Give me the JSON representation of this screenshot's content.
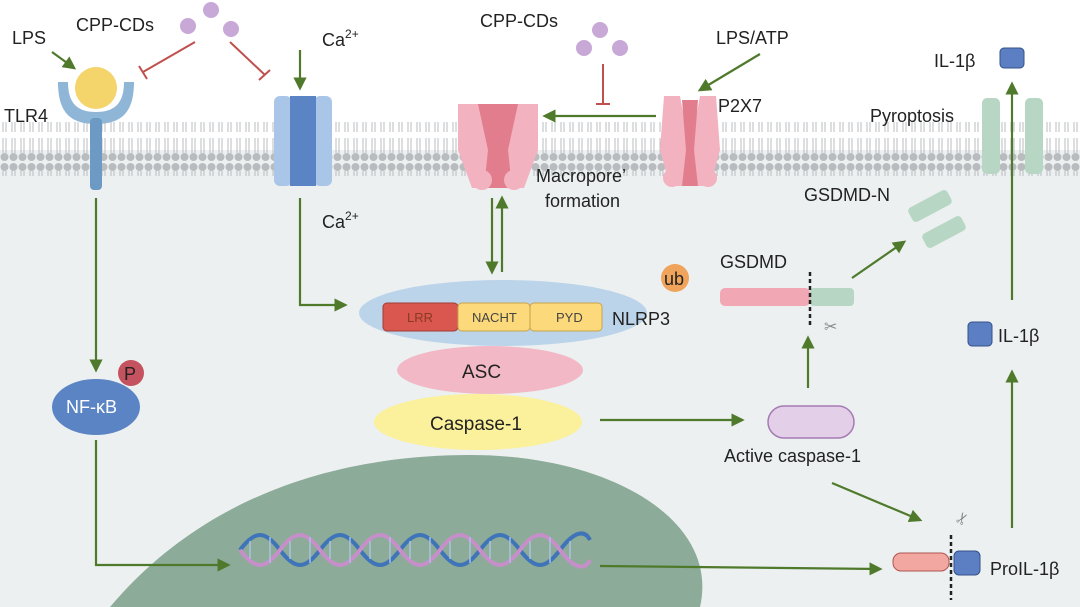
{
  "labels": {
    "lps": "LPS",
    "tlr4": "TLR4",
    "cpp_cds_left": "CPP-CDs",
    "ca_top": "Ca",
    "ca_top_sup": "2+",
    "ca_bottom": "Ca",
    "ca_bottom_sup": "2+",
    "cpp_cds_right": "CPP-CDs",
    "lps_atp": "LPS/ATP",
    "p2x7": "P2X7",
    "macropore_line1": "Macropore’",
    "macropore_line2": "formation",
    "il1b_top": "IL-1β",
    "pyroptosis": "Pyroptosis",
    "gsdmd_n": "GSDMD-N",
    "gsdmd": "GSDMD",
    "ub": "ub",
    "lrr": "LRR",
    "nacht": "NACHT",
    "pyd": "PYD",
    "nlrp3": "NLRP3",
    "asc": "ASC",
    "caspase1": "Caspase-1",
    "active_caspase1": "Active caspase-1",
    "il1b_mid": "IL-1β",
    "p": "P",
    "nfkb": "NF-κB",
    "proil1b": "ProIL-1β"
  },
  "colors": {
    "membrane_head": "#b8bcbf",
    "cytoplasm": "#ecf0f1",
    "nucleus": "#8cab99",
    "arrow": "#4f7a2c",
    "inhibit": "#c0504d",
    "nanoparticle": "#c8a8d6",
    "tlr4": "#8fb6d6",
    "lps_ball": "#f4d56b",
    "ca_channel": "#5b84c4",
    "pore": "#e27d8e",
    "nlrp3_oval": "#bcd4ea",
    "asc": "#f2b8c6",
    "caspase": "#fbf09b",
    "il1b": "#5b7fc2",
    "gsdmd_n": "#b7d7c4"
  }
}
